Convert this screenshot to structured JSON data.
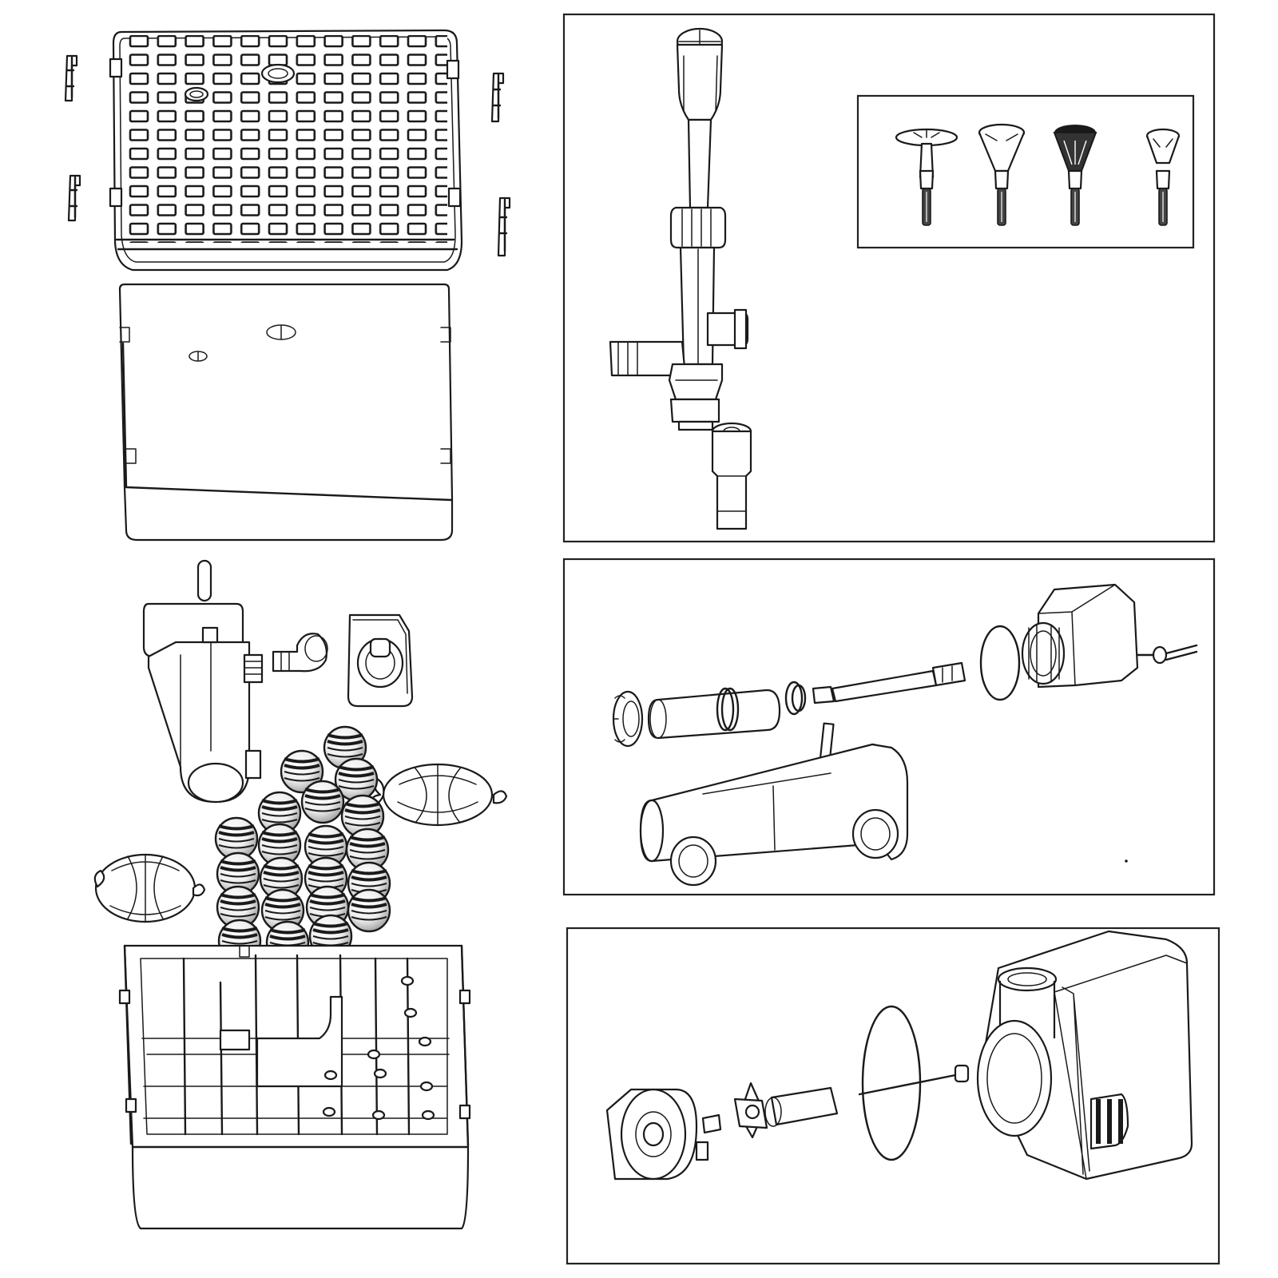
{
  "diagram": {
    "kind": "exploded parts illustration",
    "line_color": "#1a1a1a",
    "background": "#ffffff",
    "parts": [
      "clip-icon",
      "grid-lid-icon",
      "cover-plate-icon",
      "uv-sterilizer-icon",
      "elbow-connector-icon",
      "small-pump-icon",
      "bio-ball-icon",
      "filter-sponge-icon",
      "filter-box-icon"
    ],
    "panels": [
      {
        "name": "outlet-tube-panel",
        "parts": [
          "outlet-tube-icon",
          "extension-pipe-icon"
        ]
      },
      {
        "name": "fountain-heads-inset",
        "parts": [
          "fountain-head-icon"
        ]
      },
      {
        "name": "uv-exploded-panel",
        "parts": [
          "lamp-nut-icon",
          "quartz-sleeve-icon",
          "o-ring-icon",
          "uv-lamp-icon",
          "uv-cap-icon",
          "cable-icon",
          "uv-housing-icon"
        ]
      },
      {
        "name": "pump-exploded-panel",
        "parts": [
          "pump-cover-icon",
          "impeller-icon",
          "o-ring-icon",
          "shaft-icon",
          "pump-body-icon"
        ]
      }
    ]
  }
}
